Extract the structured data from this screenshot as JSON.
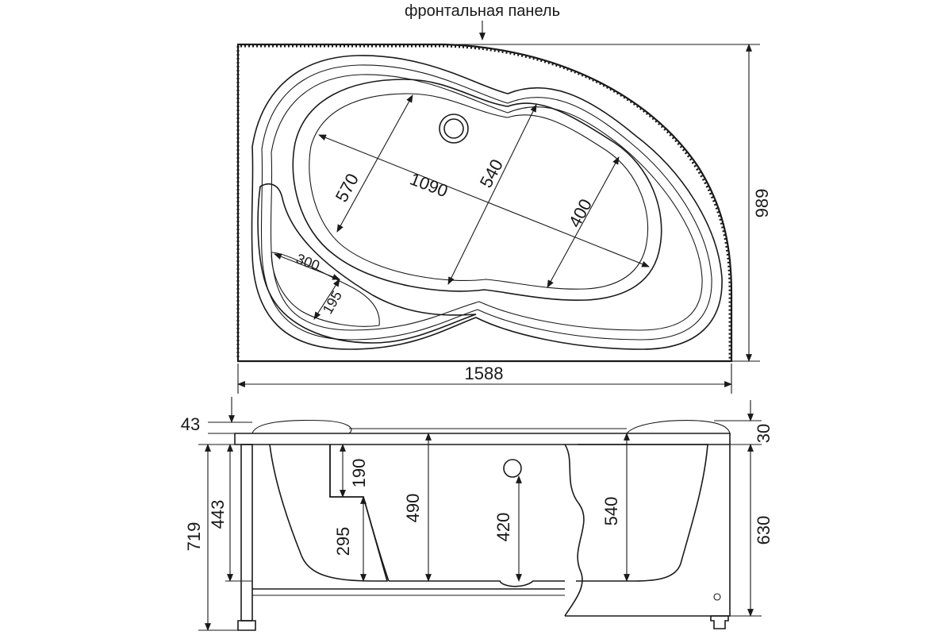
{
  "caption": {
    "front_panel": "фронтальная панель"
  },
  "plan_view": {
    "overall_width": "1588",
    "overall_depth": "989",
    "inner_length": "1090",
    "width_left": "570",
    "width_middle": "540",
    "width_right": "400",
    "seat_length": "300",
    "seat_width": "195"
  },
  "side_view": {
    "rim_offset": "43",
    "rim_thickness": "30",
    "total_height_left": "719",
    "leg_height": "443",
    "seat_height_upper": "190",
    "seat_height_lower": "295",
    "depth_left": "490",
    "overflow_height": "420",
    "depth_right": "540",
    "total_height_right": "630"
  }
}
